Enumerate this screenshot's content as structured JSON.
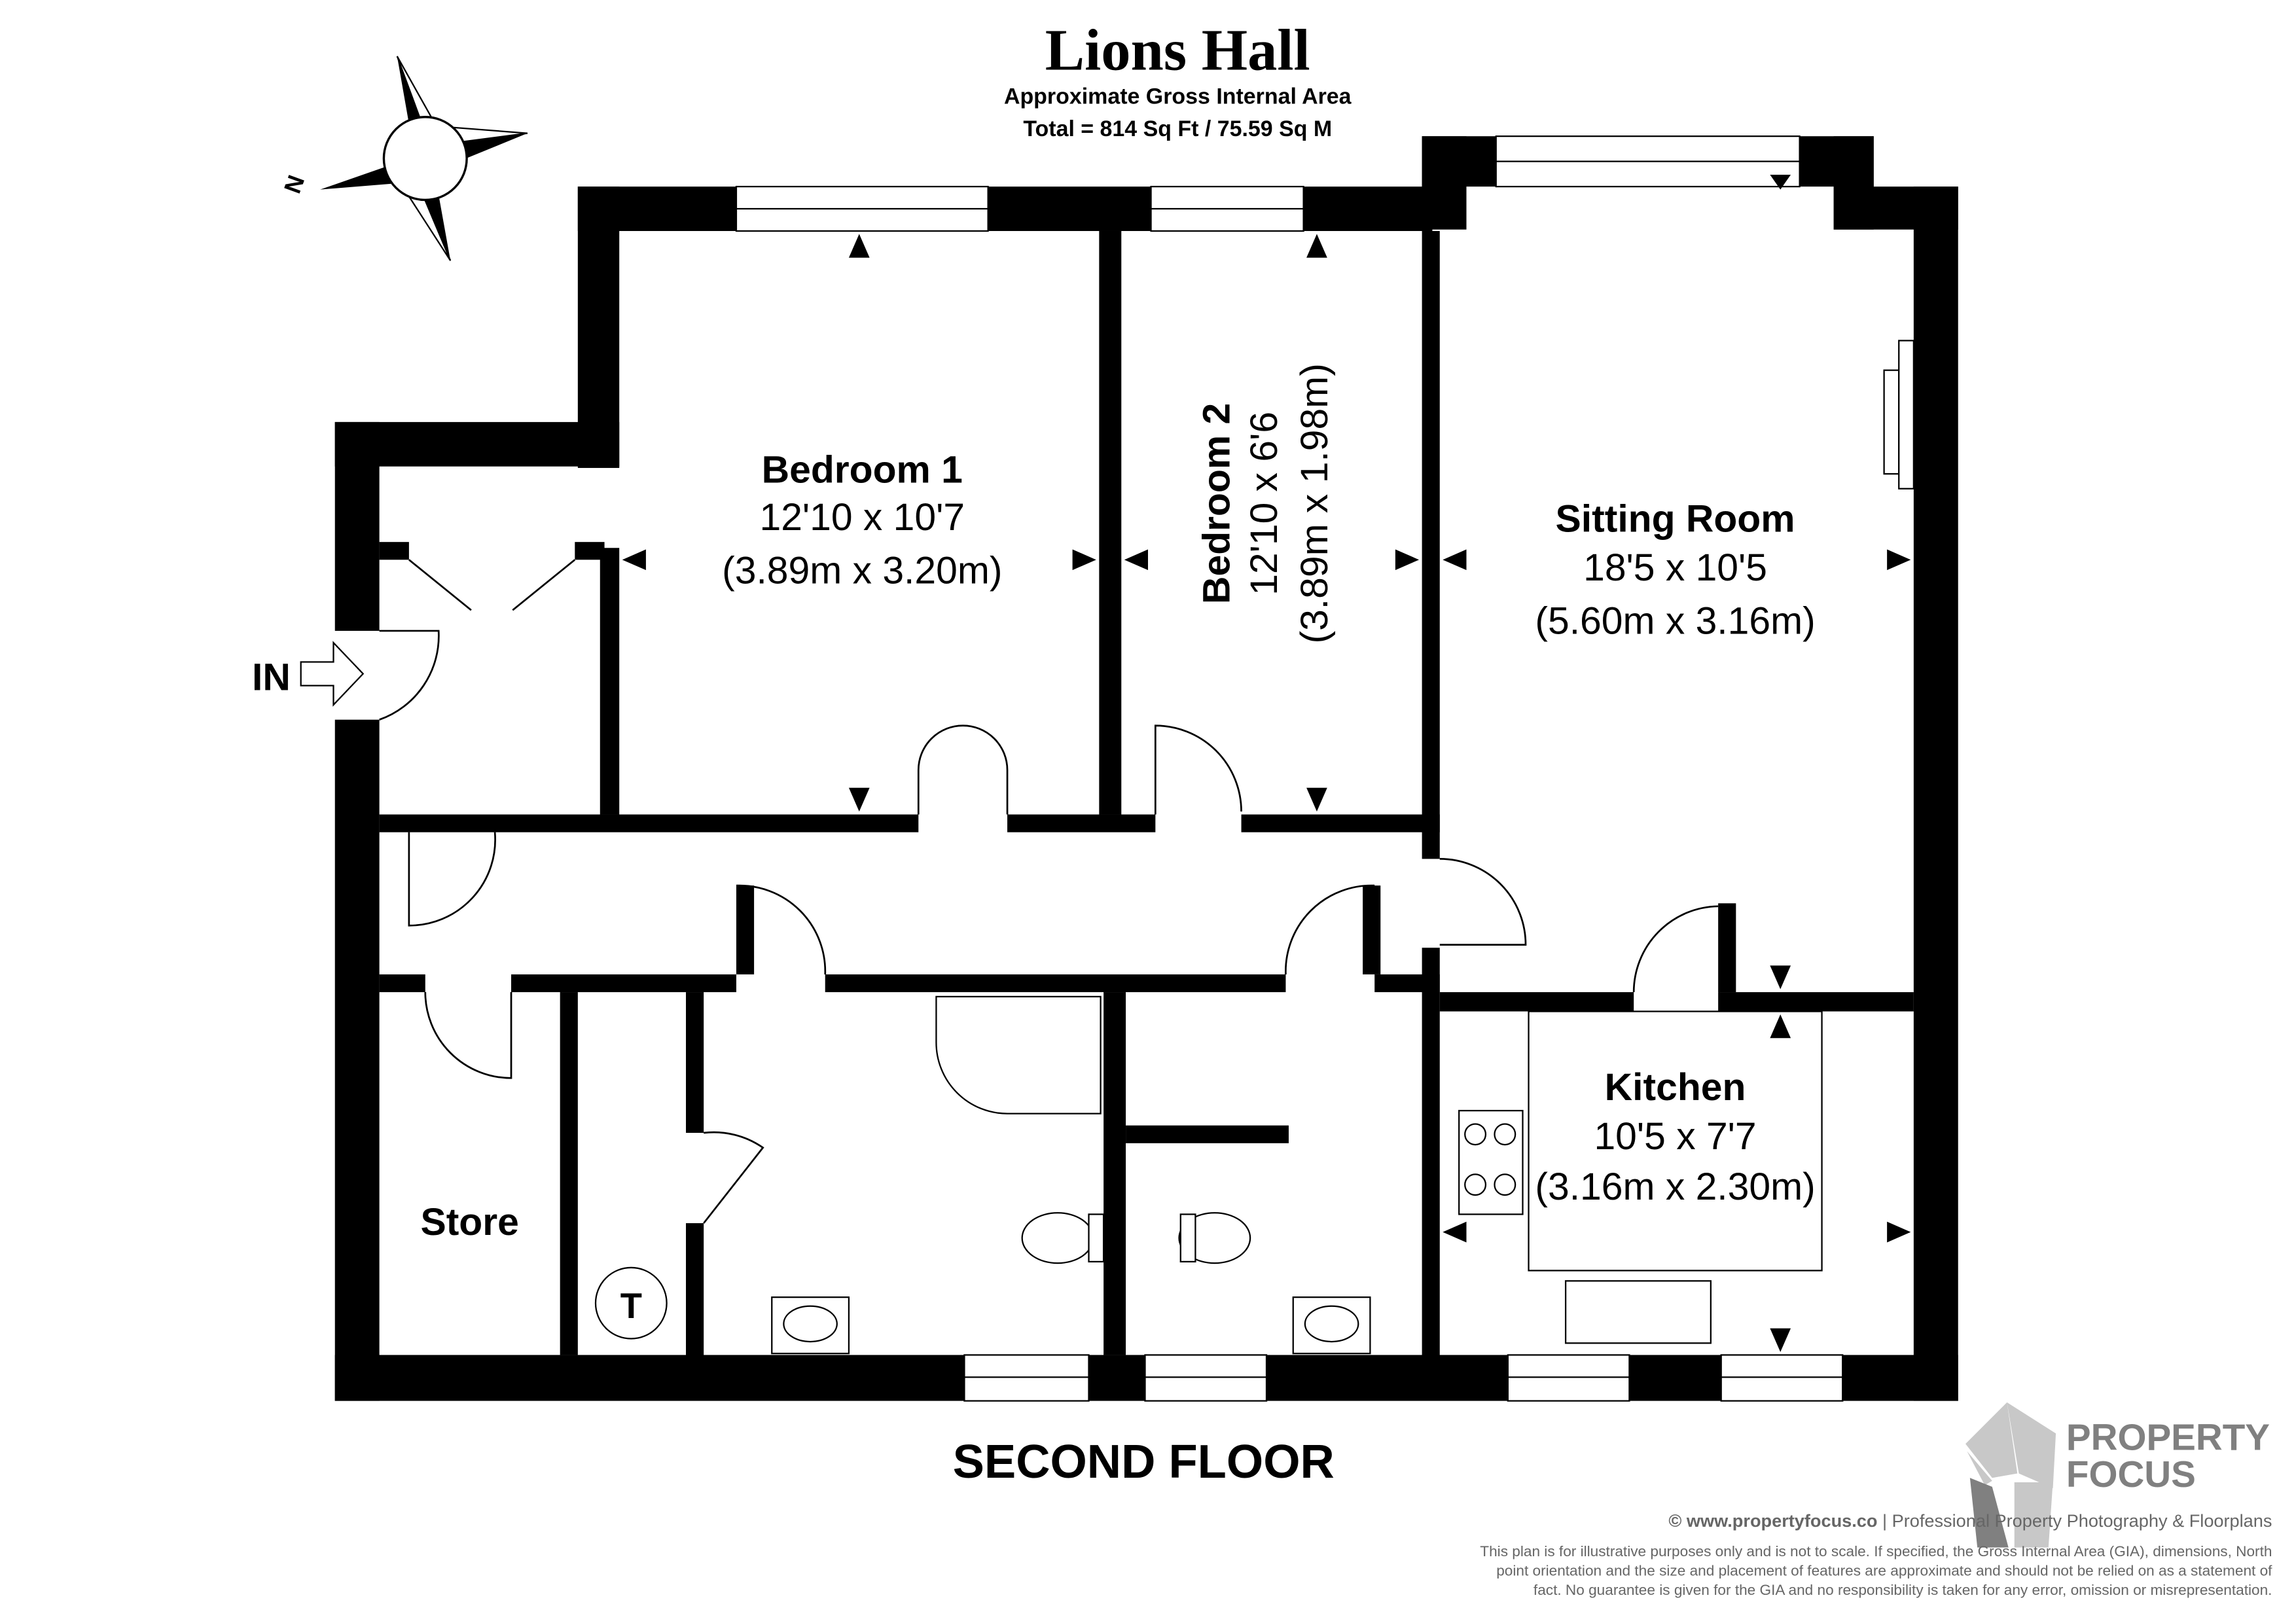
{
  "header": {
    "title": "Lions Hall",
    "subtitle": "Approximate Gross Internal Area",
    "total": "Total = 814 Sq Ft / 75.59 Sq M"
  },
  "compass": {
    "north_label": "N"
  },
  "entrance_label": "IN",
  "rooms": {
    "bedroom1": {
      "name": "Bedroom 1",
      "imperial": "12'10 x 10'7",
      "metric": "(3.89m x 3.20m)"
    },
    "bedroom2": {
      "name": "Bedroom 2",
      "imperial": "12'10 x 6'6",
      "metric": "(3.89m x 1.98m)"
    },
    "sitting": {
      "name": "Sitting Room",
      "imperial": "18'5 x 10'5",
      "metric": "(5.60m x 3.16m)"
    },
    "kitchen": {
      "name": "Kitchen",
      "imperial": "10'5 x 7'7",
      "metric": "(3.16m x 2.30m)"
    },
    "store": {
      "name": "Store"
    },
    "tank": {
      "label": "T"
    }
  },
  "floor_label": "SECOND FLOOR",
  "logo": {
    "line1": "PROPERTY",
    "line2": "FOCUS"
  },
  "footer": {
    "credit_site": "© www.propertyfocus.co",
    "credit_rest": " | Professional Property Photography & Floorplans",
    "disclaimer": [
      "This plan is for illustrative purposes only and is not to scale. If specified, the Gross Internal Area (GIA), dimensions, North",
      "point orientation and the size and placement of features are approximate and should not be relied on as a statement of",
      "fact. No guarantee is given for the GIA and no responsibility is taken for any error, omission or misrepresentation."
    ]
  },
  "colors": {
    "walls": "#000000",
    "logo_dark": "#808080",
    "logo_light": "#c8c8c8",
    "footer_text": "#666666"
  }
}
